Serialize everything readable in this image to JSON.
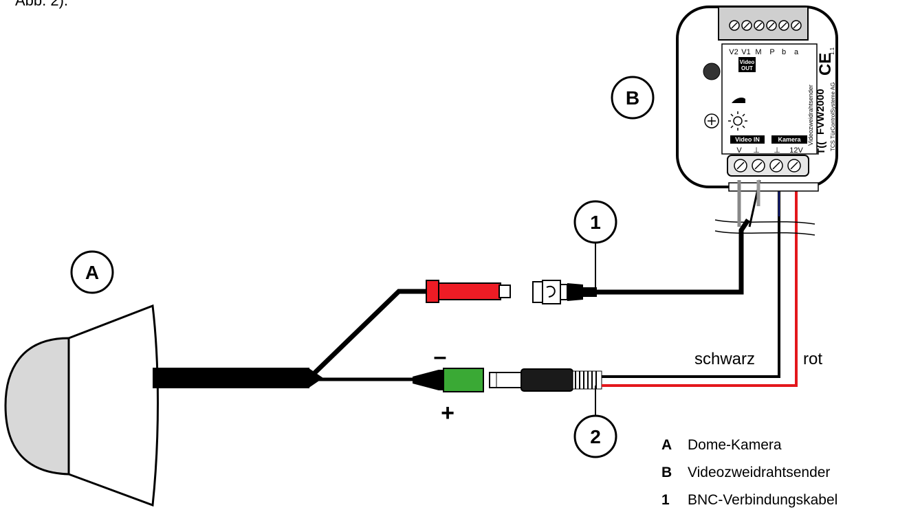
{
  "top_fragment": "Abb. 2).",
  "callouts": {
    "A": "A",
    "B": "B",
    "one": "1",
    "two": "2"
  },
  "device": {
    "top_terminals": [
      "V2",
      "V1",
      "M",
      "P",
      "b",
      "a"
    ],
    "video_out_line1": "Video",
    "video_out_line2": "OUT",
    "side_line1": "Videozweidrahtsender",
    "side_line2": "FVW2000",
    "side_line3": "TCS TürControlSysteme AG",
    "ce_mark": "CE",
    "version": "1.1",
    "tcs_logo": "T((",
    "video_in_label": "Video IN",
    "kamera_label": "Kamera",
    "bottom_terminals": [
      "V",
      "⊥",
      "⊥",
      "12V"
    ]
  },
  "connector_signs": {
    "minus": "–",
    "plus": "+"
  },
  "wire_labels": {
    "black": "schwarz",
    "red": "rot"
  },
  "legend": [
    {
      "key": "A",
      "text": "Dome-Kamera"
    },
    {
      "key": "B",
      "text": "Videozweidrahtsender"
    },
    {
      "key": "1",
      "text": "BNC-Verbindungskabel"
    }
  ],
  "colors": {
    "wire_red": "#e3171c",
    "connector_red": "#ee1c25",
    "connector_green": "#3aa935",
    "dome_grey": "#d8d8d8"
  }
}
